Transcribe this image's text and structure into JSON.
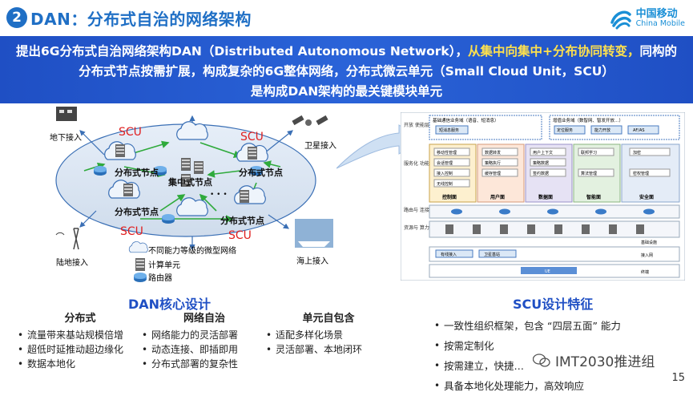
{
  "header": {
    "section_number": "②",
    "title": "DAN：分布式自治的网络架构",
    "logo_cn": "中国移动",
    "logo_en": "China Mobile"
  },
  "banner": {
    "part1": "提出6G分布式自治网络架构DAN（Distributed Autonomous Network），",
    "part1_highlight": "从集中向集中+分布协同转变，",
    "part2": "同构的分布式节点按需扩展，构成复杂的6G整体网络，分布式微云单元（Small Cloud Unit，SCU）",
    "part3": "是构成DAN架构的最关键模块单元"
  },
  "diagram": {
    "scu_labels": [
      "SCU",
      "SCU",
      "SCU",
      "SCU"
    ],
    "node_labels": [
      "分布式节点",
      "集中式节点",
      "分布式节点",
      "分布式节点",
      "分布式节点"
    ],
    "ellipsis": "• • •",
    "access": [
      "地下接入",
      "卫星接入",
      "陆地接入",
      "海上接入"
    ],
    "legend": [
      {
        "icon": "cloud-icon",
        "label": "不同能力等级的微型网络"
      },
      {
        "icon": "server-icon",
        "label": "计算单元"
      },
      {
        "icon": "router-icon",
        "label": "路由器"
      }
    ]
  },
  "architecture": {
    "layers": [
      "开放\n使能层",
      "服务化\n功能层",
      "路由与\n连接层",
      "资源与\n算力层"
    ],
    "top_boxes": [
      "基础通信业务域（语音、短消息）",
      "增值业务域（数智网、智发开放…）"
    ],
    "top_sub": [
      "短消息服务",
      "定位服务",
      "能力开放",
      "AF/AS"
    ],
    "planes": [
      "控制面",
      "用户面",
      "数据面",
      "智能面",
      "安全面"
    ],
    "plane_items": {
      "control": [
        "移动性管理",
        "会话管理",
        "接入控制",
        "无线控制"
      ],
      "user": [
        "数据转发",
        "策略执行",
        "缓存管理"
      ],
      "data": [
        "用户上下文",
        "策略数据",
        "签约数据"
      ],
      "ai": [
        "联邦学习",
        "算法管理"
      ],
      "security": [
        "加密",
        "密权管理"
      ]
    },
    "bottom_labels": [
      "基础设施",
      "接入网",
      "终端"
    ],
    "bottom_boxes": [
      "有线接入",
      "卫星基站"
    ],
    "ue": "UE"
  },
  "dan_design": {
    "title": "DAN核心设计",
    "columns": [
      {
        "heading": "分布式",
        "items": [
          "流量带来基站规模倍增",
          "超低时延推动超边缘化",
          "数据本地化"
        ]
      },
      {
        "heading": "网络自治",
        "items": [
          "网络能力的灵活部署",
          "动态连接、即插即用",
          "分布式部署的复杂性"
        ]
      },
      {
        "heading": "单元自包含",
        "items": [
          "适配多样化场景",
          "灵活部署、本地闭环"
        ]
      }
    ]
  },
  "scu_design": {
    "title": "SCU设计特征",
    "items": [
      "一致性组织框架，包含 “四层五面” 能力",
      "按需定制化",
      "按需建立，快捷…",
      "具备本地化处理能力，高效响应"
    ]
  },
  "watermark": "IMT2030推进组",
  "page_number": "15"
}
